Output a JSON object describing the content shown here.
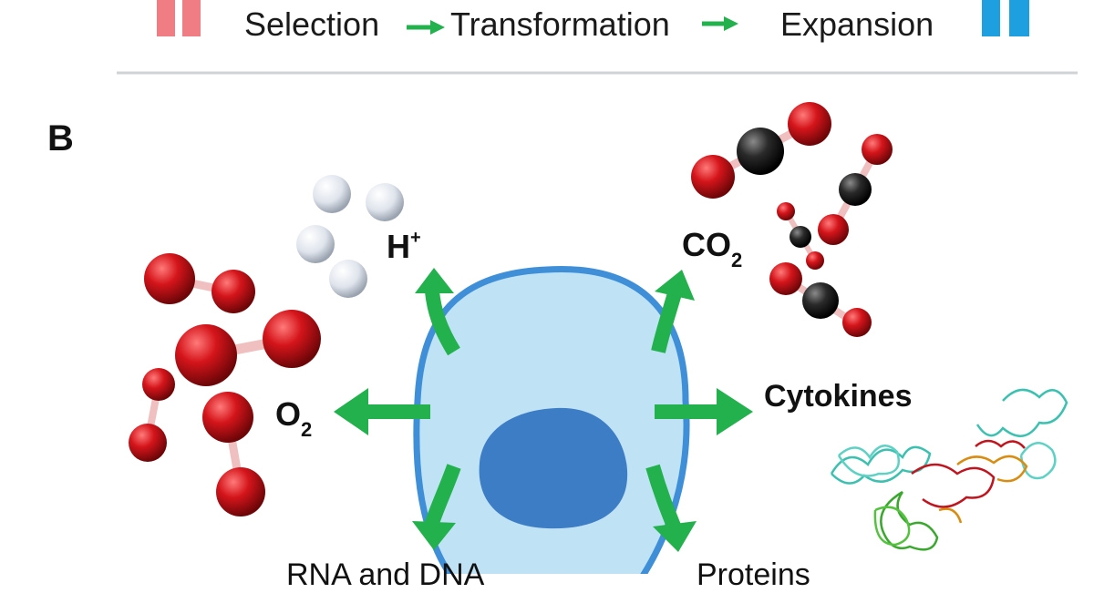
{
  "colors": {
    "arrow_green": "#22b14c",
    "cell_fill": "#bfe3f5",
    "cell_border": "#3f8fd8",
    "nucleus": "#3d7dc6",
    "oxygen_red": "#d4151b",
    "hydrogen_white": "#e8ecf2",
    "carbon_black": "#2a2a2a",
    "top_left_bar": "#f07c84",
    "top_right_bar": "#1ea0e0"
  },
  "top_flow": {
    "steps": [
      "Selection",
      "Transformation",
      "Expansion"
    ]
  },
  "panel_b": {
    "panel_label": "B",
    "labels": {
      "h_plus": {
        "base": "H",
        "sup": "+"
      },
      "co2": {
        "base": "CO",
        "sub": "2"
      },
      "o2": {
        "base": "O",
        "sub": "2"
      },
      "cytokines": "Cytokines",
      "rna_dna": "RNA and DNA",
      "proteins": "Proteins"
    }
  }
}
